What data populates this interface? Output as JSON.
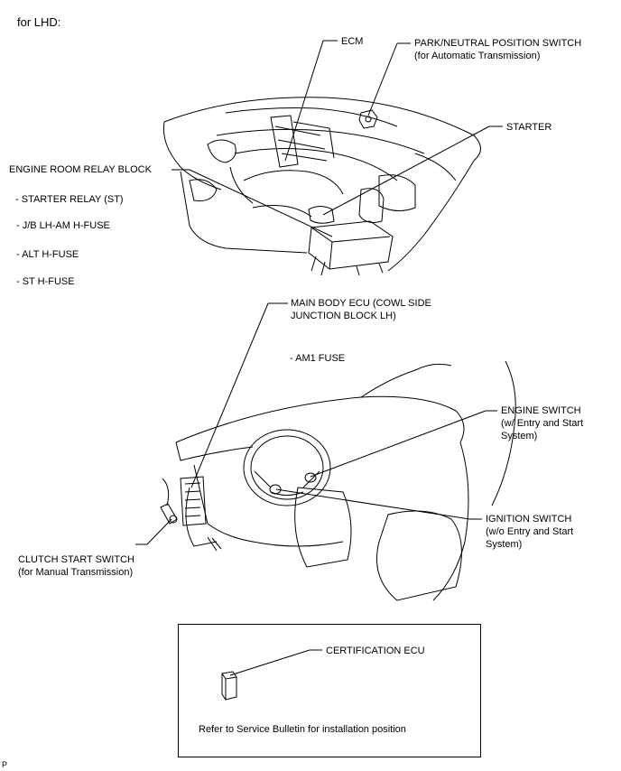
{
  "header": {
    "for_lhd": "for LHD:"
  },
  "labels": {
    "ecm": "ECM",
    "park_neutral_1": "PARK/NEUTRAL POSITION SWITCH",
    "park_neutral_2": "(for Automatic Transmission)",
    "starter": "STARTER",
    "engine_room_relay_block": "ENGINE ROOM RELAY BLOCK",
    "starter_relay": "- STARTER RELAY (ST)",
    "jb_lh_am": "- J/B LH-AM H-FUSE",
    "alt_hfuse": "- ALT H-FUSE",
    "st_hfuse": "- ST H-FUSE",
    "main_body_ecu_1": "MAIN BODY ECU (COWL SIDE",
    "main_body_ecu_2": "JUNCTION BLOCK LH)",
    "am1_fuse": "- AM1 FUSE",
    "engine_switch_1": "ENGINE SWITCH",
    "engine_switch_2": "(w/ Entry and Start",
    "engine_switch_3": "System)",
    "ignition_switch_1": "IGNITION SWITCH",
    "ignition_switch_2": "(w/o Entry and Start",
    "ignition_switch_3": "System)",
    "clutch_start_1": "CLUTCH START SWITCH",
    "clutch_start_2": "(for Manual Transmission)"
  },
  "cert_box": {
    "label": "CERTIFICATION ECU",
    "note": "Refer to Service Bulletin for installation position"
  },
  "footer": {
    "code": "P"
  }
}
